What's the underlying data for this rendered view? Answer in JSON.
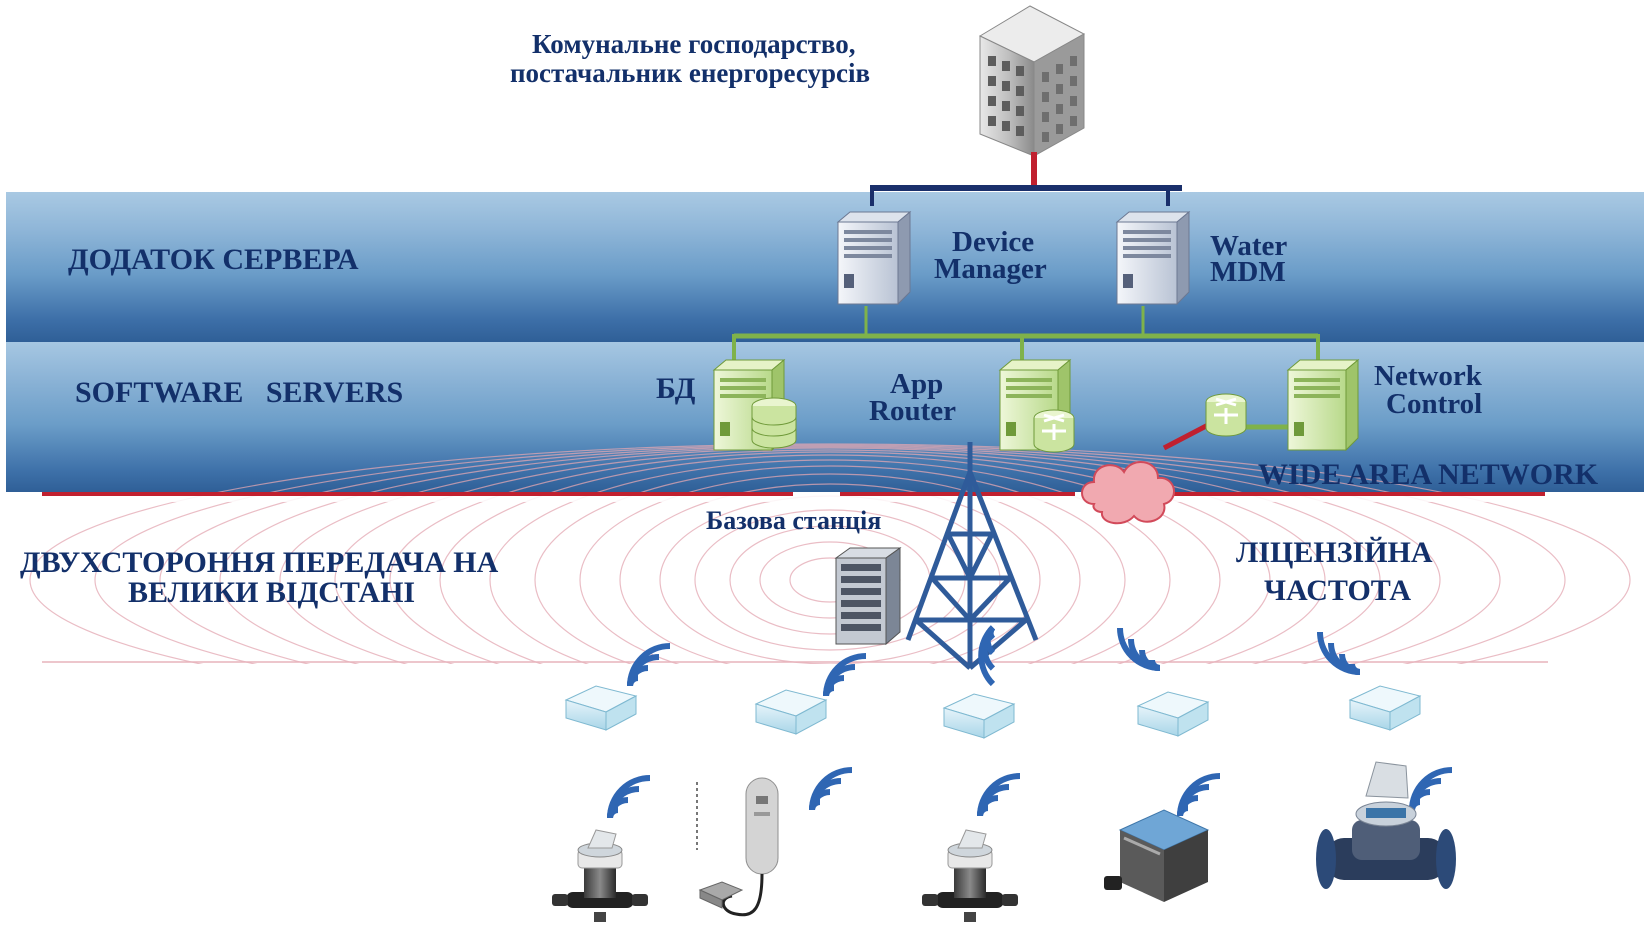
{
  "header": {
    "title_line1": "Комунальне господарство,",
    "title_line2": "постачальник енергоресурсів"
  },
  "layers": {
    "server_app": "ДОДАТОК СЕРВЕРА",
    "software_servers": "SOFTWARE   SERVERS",
    "two_way_line1": "ДВУХСТОРОННЯ ПЕРЕДАЧА НА",
    "two_way_line2": "ВЕЛИКИ ВІДСТАНІ"
  },
  "servers": {
    "device_manager_line1": "Device",
    "device_manager_line2": "Manager",
    "water_mdm_line1": "Water",
    "water_mdm_line2": "MDM",
    "db": "БД",
    "app_router_line1": "App",
    "app_router_line2": "Router",
    "network_control_line1": "Network",
    "network_control_line2": "Control"
  },
  "network": {
    "wan": "WIDE AREA NETWORK",
    "base_station": "Базова станція",
    "licensed_line1": "ЛІЦЕНЗІЙНА",
    "licensed_line2": "ЧАСТОТА"
  },
  "icons": [
    "building-icon",
    "server-icon",
    "database-server-icon",
    "router-server-icon",
    "cloud-icon",
    "tower-icon",
    "rack-icon",
    "wifi-icon",
    "radio-module-icon",
    "water-meter-icon",
    "sensor-probe-icon"
  ],
  "colors": {
    "text": "#13306a",
    "link_red": "#c0202f",
    "link_green": "#7fb24a",
    "link_navy": "#1a2f6b",
    "band": "#4a7db3"
  }
}
